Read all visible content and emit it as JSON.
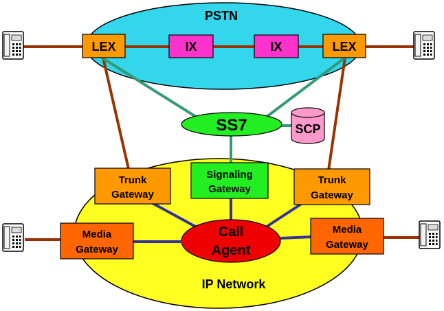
{
  "clouds": {
    "pstn": "PSTN",
    "ip_network": "IP Network"
  },
  "nodes": {
    "lex_left": "LEX",
    "ix_left": "IX",
    "ix_right": "IX",
    "lex_right": "LEX",
    "ss7": "SS7",
    "scp": "SCP",
    "trunk_gateway_left": [
      "Trunk",
      "Gateway"
    ],
    "signaling_gateway": [
      "Signaling",
      "Gateway"
    ],
    "trunk_gateway_right": [
      "Trunk",
      "Gateway"
    ],
    "media_gateway_left": [
      "Media",
      "Gateway"
    ],
    "call_agent": [
      "Call",
      "Agent"
    ],
    "media_gateway_right": [
      "Media",
      "Gateway"
    ]
  },
  "colors": {
    "pstn_fill": "#33d6ea",
    "ip_fill": "#ffff22",
    "lex_fill": "#ff9900",
    "ix_fill": "#ff33cc",
    "ss7_fill": "#22ee22",
    "scp_fill": "#ff99cc",
    "signaling_fill": "#22ee22",
    "media_fill": "#ff6600",
    "call_agent_fill": "#ee0000",
    "trunk_link": "#993300",
    "signaling_link": "#339977",
    "ip_link": "#333399"
  },
  "icons": [
    "phone-icon-top-left",
    "phone-icon-top-right",
    "phone-icon-bottom-left",
    "phone-icon-bottom-right"
  ]
}
